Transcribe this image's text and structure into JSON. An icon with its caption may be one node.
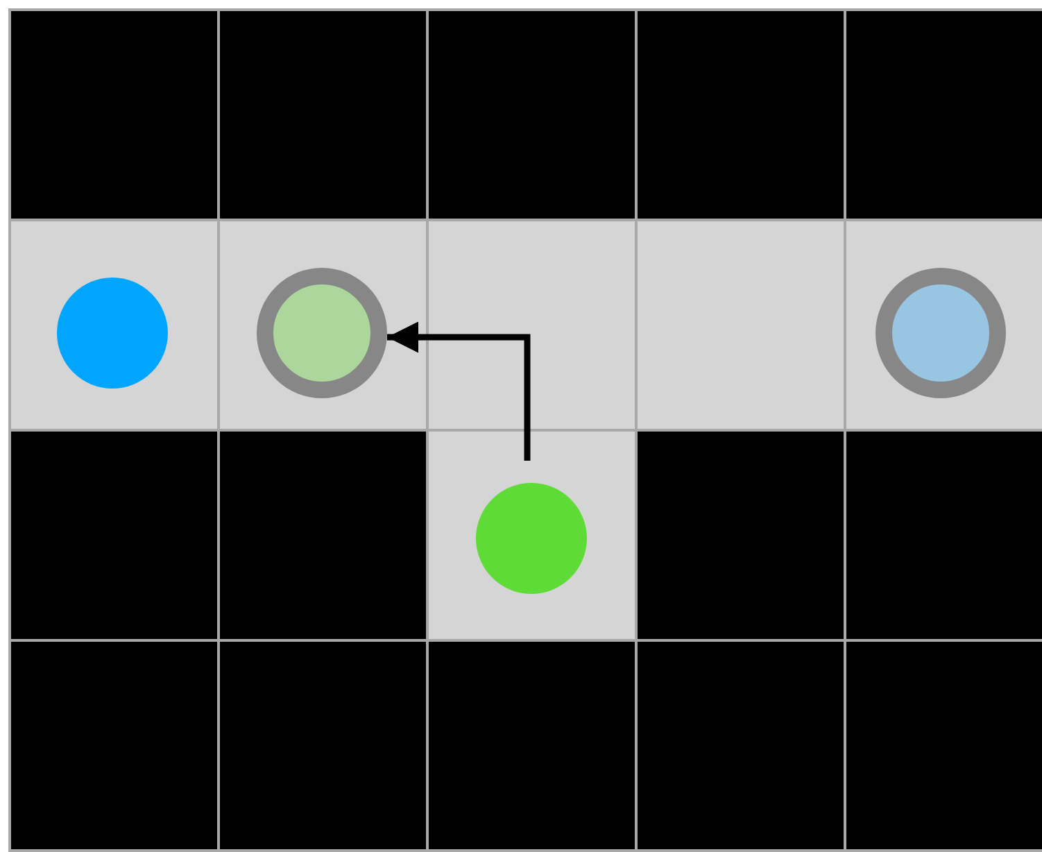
{
  "diagram": {
    "nodes": [
      {
        "text": [],
        "shape": "circle"
      },
      {
        "text": [],
        "shape": "circle"
      },
      {
        "text": [],
        "shape": "circle"
      },
      {
        "text": [],
        "shape": "circle"
      }
    ],
    "edges": [
      {
        "from": 3,
        "to": 1,
        "arrow": "to"
      }
    ]
  }
}
